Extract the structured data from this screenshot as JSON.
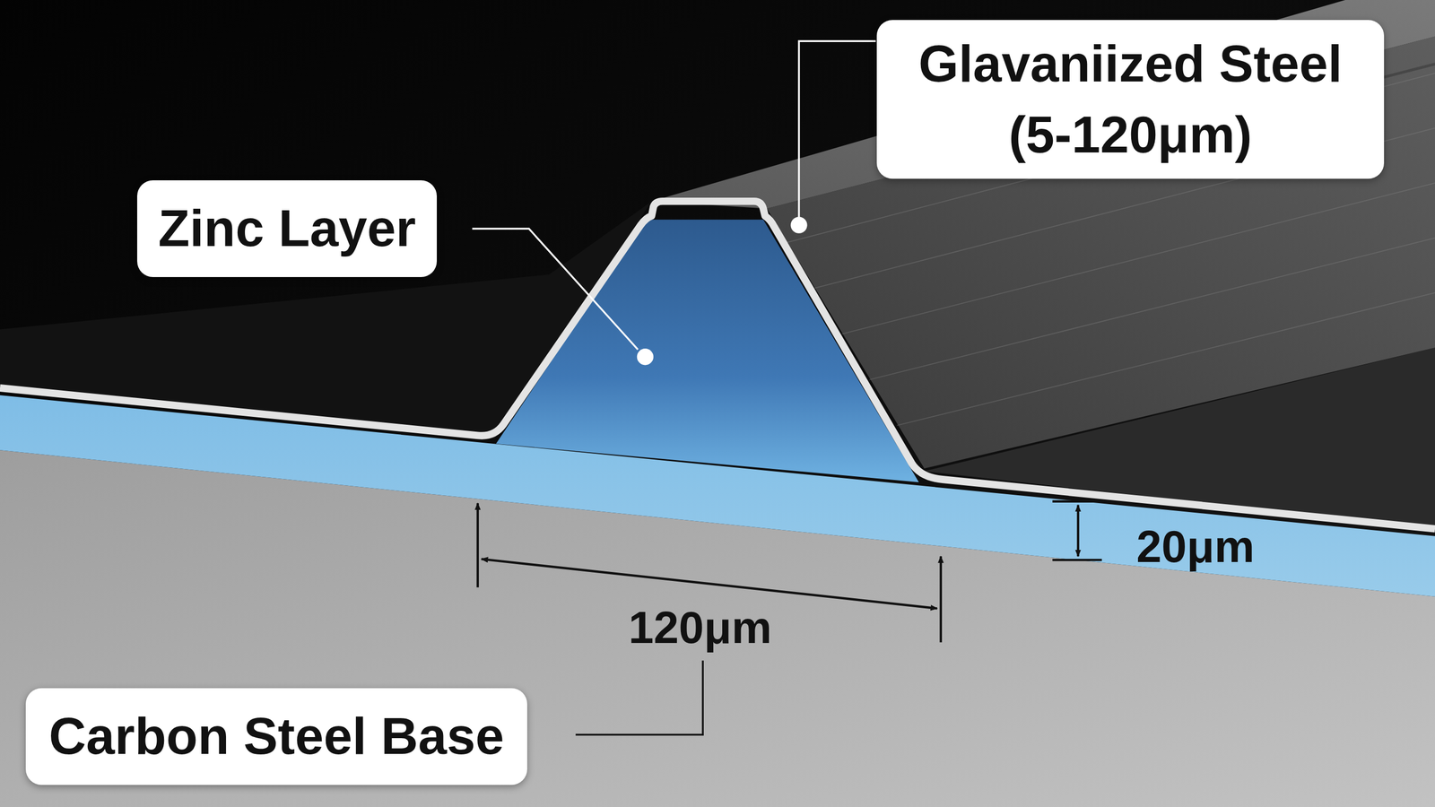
{
  "diagram": {
    "nodes": [
      {
        "text": [
          "Glavaniized Steel (5-120μm)"
        ]
      },
      {
        "text": [
          "Zinc Layer"
        ]
      },
      {
        "text": [
          "Carbon Steel Base"
        ]
      }
    ],
    "labels": [
      "120μm",
      "20μm"
    ]
  }
}
